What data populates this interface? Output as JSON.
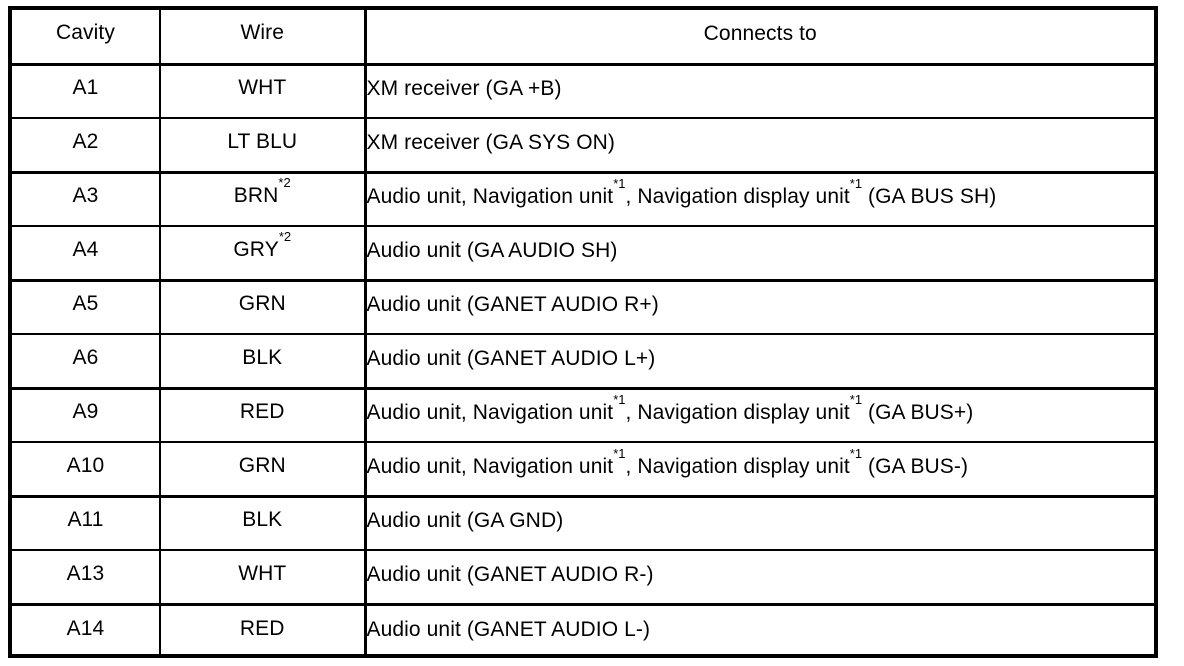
{
  "table": {
    "columns": [
      {
        "key": "cavity",
        "label": "Cavity"
      },
      {
        "key": "wire",
        "label": "Wire"
      },
      {
        "key": "connects",
        "label": "Connects to"
      }
    ],
    "rows": [
      {
        "cavity": "A1",
        "wire": "WHT",
        "wire_note": "",
        "connects": "XM receiver (GA +B)",
        "connects_parts": [
          {
            "text": "XM receiver (GA +B)",
            "note": ""
          }
        ]
      },
      {
        "cavity": "A2",
        "wire": "LT BLU",
        "wire_note": "",
        "connects": "XM receiver (GA SYS ON)",
        "connects_parts": [
          {
            "text": "XM receiver (GA SYS ON)",
            "note": ""
          }
        ]
      },
      {
        "cavity": "A3",
        "wire": "BRN",
        "wire_note": "*2",
        "connects": "Audio unit, Navigation unit*1, Navigation display unit*1 (GA BUS SH)",
        "connects_parts": [
          {
            "text": "Audio unit, Navigation unit",
            "note": "*1"
          },
          {
            "text": ", Navigation display unit",
            "note": "*1"
          },
          {
            "text": " (GA BUS SH)",
            "note": ""
          }
        ]
      },
      {
        "cavity": "A4",
        "wire": "GRY",
        "wire_note": "*2",
        "connects": "Audio unit (GA AUDIO SH)",
        "connects_parts": [
          {
            "text": "Audio unit (GA AUDIO SH)",
            "note": ""
          }
        ]
      },
      {
        "cavity": "A5",
        "wire": "GRN",
        "wire_note": "",
        "connects": "Audio unit (GANET AUDIO R+)",
        "connects_parts": [
          {
            "text": "Audio unit (GANET AUDIO R+)",
            "note": ""
          }
        ]
      },
      {
        "cavity": "A6",
        "wire": "BLK",
        "wire_note": "",
        "connects": "Audio unit (GANET AUDIO L+)",
        "connects_parts": [
          {
            "text": "Audio unit (GANET AUDIO L+)",
            "note": ""
          }
        ]
      },
      {
        "cavity": "A9",
        "wire": "RED",
        "wire_note": "",
        "connects": "Audio unit, Navigation unit*1, Navigation display unit*1 (GA BUS+)",
        "connects_parts": [
          {
            "text": "Audio unit, Navigation unit",
            "note": "*1"
          },
          {
            "text": ", Navigation display unit",
            "note": "*1"
          },
          {
            "text": " (GA BUS+)",
            "note": ""
          }
        ]
      },
      {
        "cavity": "A10",
        "wire": "GRN",
        "wire_note": "",
        "connects": "Audio unit, Navigation unit*1, Navigation display unit*1 (GA BUS-)",
        "connects_parts": [
          {
            "text": "Audio unit, Navigation unit",
            "note": "*1"
          },
          {
            "text": ", Navigation display unit",
            "note": "*1"
          },
          {
            "text": " (GA BUS-)",
            "note": ""
          }
        ]
      },
      {
        "cavity": "A11",
        "wire": "BLK",
        "wire_note": "",
        "connects": "Audio unit (GA GND)",
        "connects_parts": [
          {
            "text": "Audio unit (GA GND)",
            "note": ""
          }
        ]
      },
      {
        "cavity": "A13",
        "wire": "WHT",
        "wire_note": "",
        "connects": "Audio unit (GANET AUDIO R-)",
        "connects_parts": [
          {
            "text": "Audio unit (GANET AUDIO R-)",
            "note": ""
          }
        ]
      },
      {
        "cavity": "A14",
        "wire": "RED",
        "wire_note": "",
        "connects": "Audio unit (GANET AUDIO L-)",
        "connects_parts": [
          {
            "text": "Audio unit (GANET AUDIO L-)",
            "note": ""
          }
        ]
      }
    ]
  },
  "style": {
    "border_color": "#000000",
    "background": "#ffffff",
    "text_color": "#000000"
  }
}
